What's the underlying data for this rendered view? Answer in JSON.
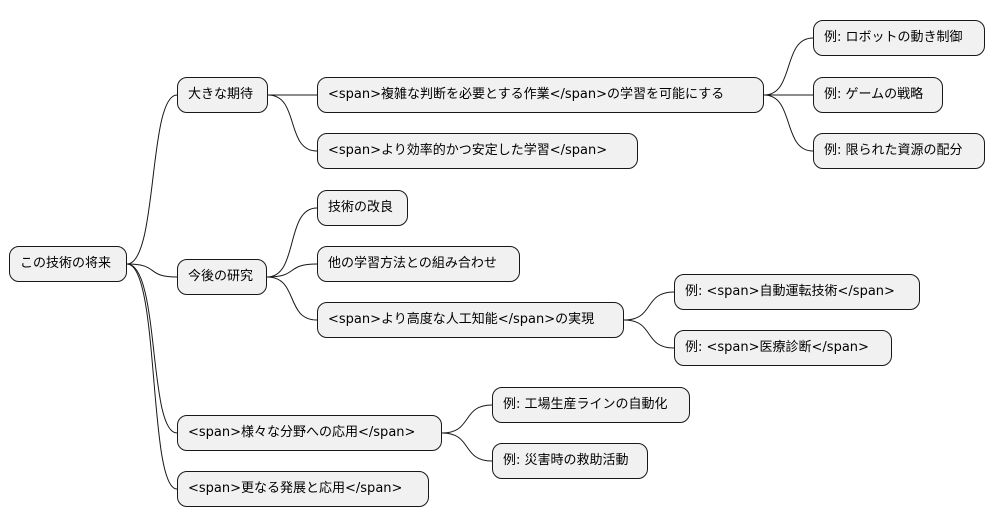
{
  "diagram": {
    "root": "この技術の将来",
    "expectations": {
      "label": "大きな期待",
      "complex_learning": "<span>複雑な判断を必要とする作業</span>の学習を可能にする",
      "example_robot": "例: ロボットの動き制御",
      "example_game": "例: ゲームの戦略",
      "example_resources": "例: 限られた資源の配分",
      "stable_learning": "<span>より効率的かつ安定した学習</span>"
    },
    "future_research": {
      "label": "今後の研究",
      "improvement": "技術の改良",
      "combination": "他の学習方法との組み合わせ",
      "advanced_ai": "<span>より高度な人工知能</span>の実現",
      "example_driving": "例: <span>自動運転技術</span>",
      "example_medical": "例: <span>医療診断</span>"
    },
    "applications": {
      "label": "<span>様々な分野への応用</span>",
      "example_factory": "例: 工場生産ラインの自動化",
      "example_disaster": "例: 災害時の救助活動"
    },
    "development": "<span>更なる発展と応用</span>"
  }
}
